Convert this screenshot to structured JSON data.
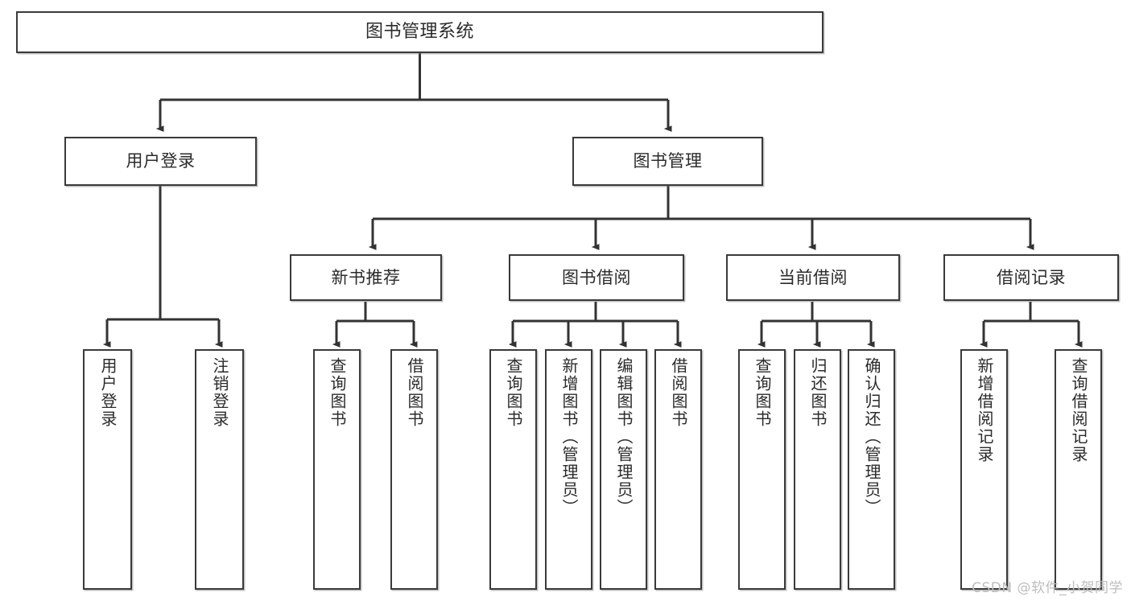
{
  "diagram": {
    "type": "tree",
    "title": "图书管理系统",
    "watermark": "CSDN @软件_小贺同学",
    "colors": {
      "box_border": "#3a3a3a",
      "box_fill": "#ffffff",
      "edge": "#333333",
      "text": "#2b2b2b",
      "watermark": "#bdbdbd",
      "background": "#ffffff"
    },
    "nodes": {
      "root": {
        "label": "图书管理系统"
      },
      "level2": [
        {
          "id": "user-login",
          "label": "用户登录"
        },
        {
          "id": "book-manage",
          "label": "图书管理"
        }
      ],
      "level3": [
        {
          "id": "new-book-recommend",
          "label": "新书推荐"
        },
        {
          "id": "book-borrow",
          "label": "图书借阅"
        },
        {
          "id": "current-borrow",
          "label": "当前借阅"
        },
        {
          "id": "borrow-record",
          "label": "借阅记录"
        }
      ],
      "leaves": {
        "user-login": [
          {
            "id": "leaf-user-login",
            "label": "用户登录"
          },
          {
            "id": "leaf-user-logout",
            "label": "注销登录"
          }
        ],
        "new-book-recommend": [
          {
            "id": "leaf-query-book-1",
            "label": "查询图书"
          },
          {
            "id": "leaf-borrow-book-1",
            "label": "借阅图书"
          }
        ],
        "book-borrow": [
          {
            "id": "leaf-query-book-2",
            "label": "查询图书"
          },
          {
            "id": "leaf-add-book",
            "label": "新增图书（管理员）"
          },
          {
            "id": "leaf-edit-book",
            "label": "编辑图书（管理员）"
          },
          {
            "id": "leaf-borrow-book-2",
            "label": "借阅图书"
          }
        ],
        "current-borrow": [
          {
            "id": "leaf-query-book-3",
            "label": "查询图书"
          },
          {
            "id": "leaf-return-book",
            "label": "归还图书"
          },
          {
            "id": "leaf-confirm-return",
            "label": "确认归还（管理员）"
          }
        ],
        "borrow-record": [
          {
            "id": "leaf-add-record",
            "label": "新增借阅记录"
          },
          {
            "id": "leaf-query-record",
            "label": "查询借阅记录"
          }
        ]
      }
    }
  }
}
